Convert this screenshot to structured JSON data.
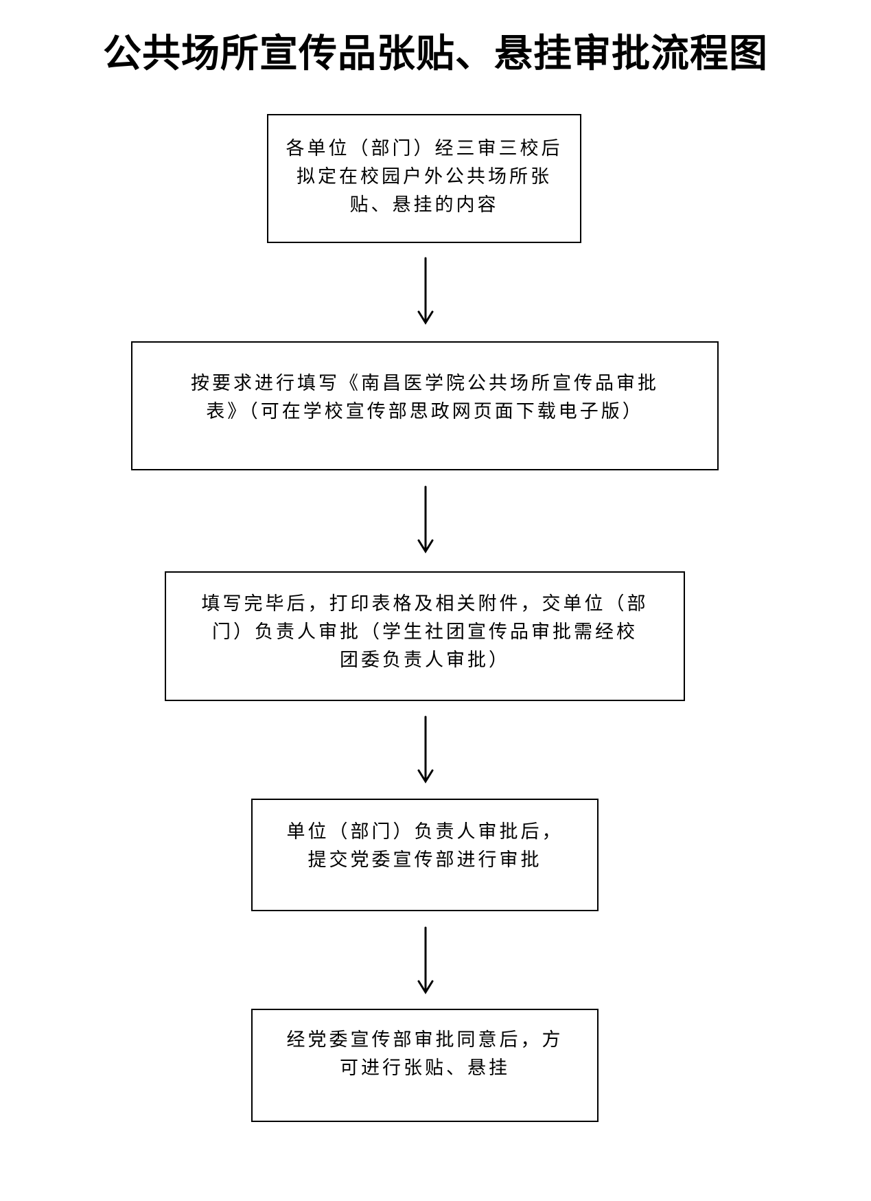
{
  "title": "公共场所宣传品张贴、悬挂审批流程图",
  "steps": [
    {
      "text": "各单位（部门）经三审三校后\n拟定在校园户外公共场所张\n贴、悬挂的内容"
    },
    {
      "text": "按要求进行填写《南昌医学院公共场所宣传品审批\n表》（可在学校宣传部思政网页面下载电子版）"
    },
    {
      "text": "填写完毕后，打印表格及相关附件，交单位（部\n门）负责人审批（学生社团宣传品审批需经校\n团委负责人审批）"
    },
    {
      "text": "单位（部门）负责人审批后，\n提交党委宣传部进行审批"
    },
    {
      "text": "经党委宣传部审批同意后，方\n可进行张贴、悬挂"
    }
  ]
}
